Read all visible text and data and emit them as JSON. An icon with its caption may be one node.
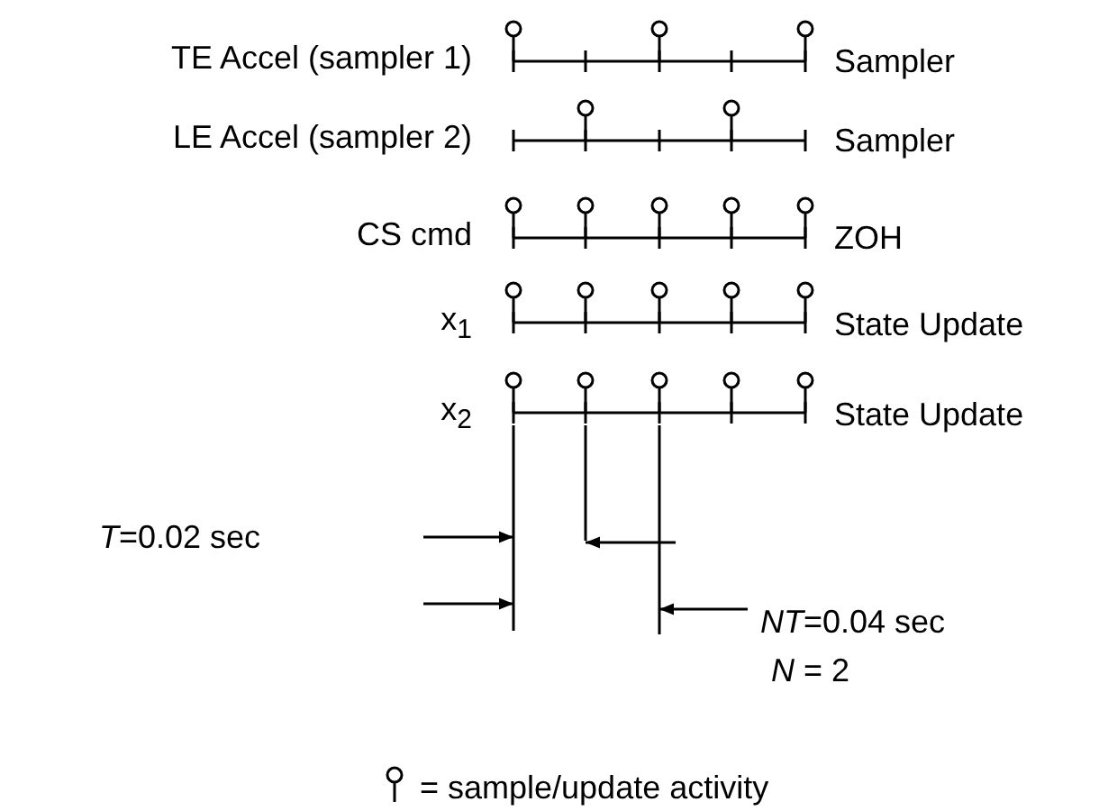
{
  "diagram": {
    "labels": [
      "TE Accel (sampler 1)",
      "Sampler",
      "LE Accel (sampler 2)",
      "Sampler",
      "CS cmd",
      "ZOH",
      "x$_{1}$",
      "State Update",
      "x$_{2}$",
      "State Update",
      "*T*=0.02 sec",
      "*NT*=0.04 sec",
      "*N* = 2"
    ],
    "legend": [
      {
        "text": "= sample/update activity"
      }
    ]
  }
}
